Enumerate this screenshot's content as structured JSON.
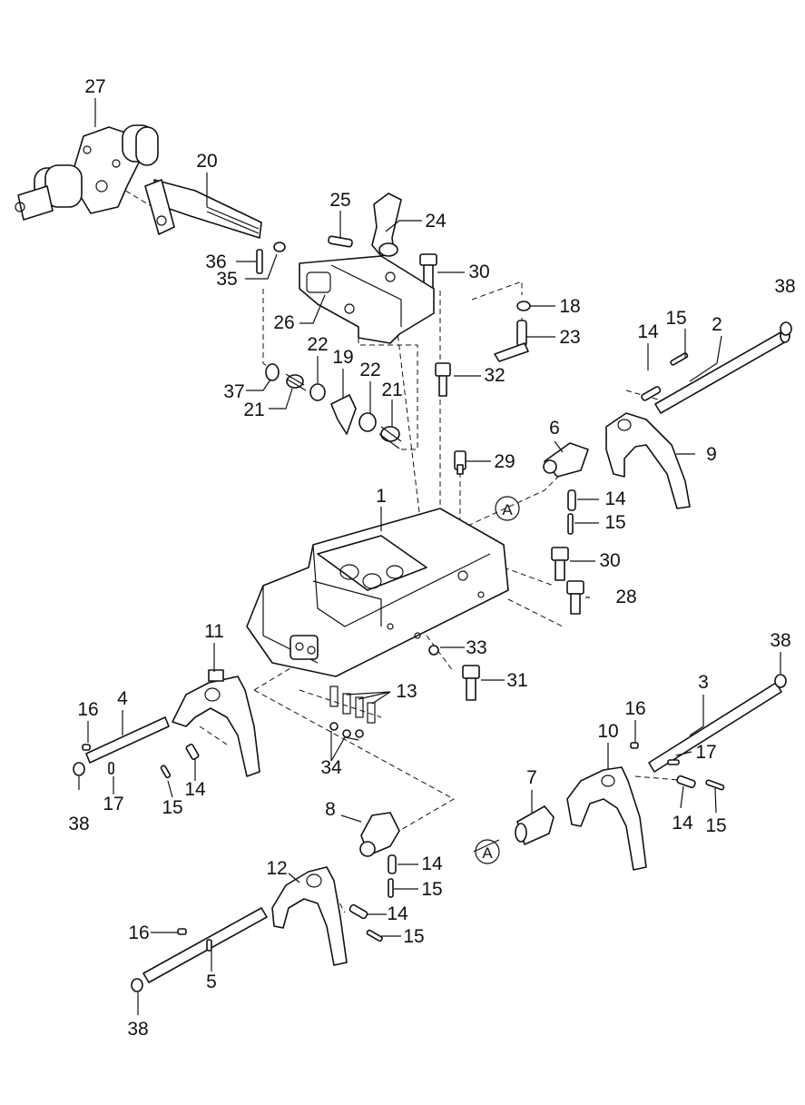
{
  "callouts": [
    {
      "id": "c27",
      "text": "27"
    },
    {
      "id": "c20",
      "text": "20"
    },
    {
      "id": "c25",
      "text": "25"
    },
    {
      "id": "c24",
      "text": "24"
    },
    {
      "id": "c36",
      "text": "36"
    },
    {
      "id": "c35",
      "text": "35"
    },
    {
      "id": "c30a",
      "text": "30"
    },
    {
      "id": "c38a",
      "text": "38"
    },
    {
      "id": "c18",
      "text": "18"
    },
    {
      "id": "c26",
      "text": "26"
    },
    {
      "id": "c23",
      "text": "23"
    },
    {
      "id": "c15a",
      "text": "15"
    },
    {
      "id": "c2",
      "text": "2"
    },
    {
      "id": "c14a",
      "text": "14"
    },
    {
      "id": "c22a",
      "text": "22"
    },
    {
      "id": "c19",
      "text": "19"
    },
    {
      "id": "c22b",
      "text": "22"
    },
    {
      "id": "c21a",
      "text": "21"
    },
    {
      "id": "c21b",
      "text": "21"
    },
    {
      "id": "c37",
      "text": "37"
    },
    {
      "id": "c32",
      "text": "32"
    },
    {
      "id": "c6",
      "text": "6"
    },
    {
      "id": "c9",
      "text": "9"
    },
    {
      "id": "c29",
      "text": "29"
    },
    {
      "id": "c1",
      "text": "1"
    },
    {
      "id": "cA1",
      "text": "A"
    },
    {
      "id": "c14b",
      "text": "14"
    },
    {
      "id": "c15b",
      "text": "15"
    },
    {
      "id": "c30b",
      "text": "30"
    },
    {
      "id": "c28",
      "text": "28"
    },
    {
      "id": "c11",
      "text": "11"
    },
    {
      "id": "c33",
      "text": "33"
    },
    {
      "id": "c38b",
      "text": "38"
    },
    {
      "id": "c31",
      "text": "31"
    },
    {
      "id": "c13",
      "text": "13"
    },
    {
      "id": "c3",
      "text": "3"
    },
    {
      "id": "c4",
      "text": "4"
    },
    {
      "id": "c16a",
      "text": "16"
    },
    {
      "id": "c16b",
      "text": "16"
    },
    {
      "id": "c10",
      "text": "10"
    },
    {
      "id": "c17a",
      "text": "17"
    },
    {
      "id": "c34",
      "text": "34"
    },
    {
      "id": "c38c",
      "text": "38"
    },
    {
      "id": "c17b",
      "text": "17"
    },
    {
      "id": "c15c",
      "text": "15"
    },
    {
      "id": "c14c",
      "text": "14"
    },
    {
      "id": "c7",
      "text": "7"
    },
    {
      "id": "c14d",
      "text": "14"
    },
    {
      "id": "c15d",
      "text": "15"
    },
    {
      "id": "c8",
      "text": "8"
    },
    {
      "id": "cA2",
      "text": "A"
    },
    {
      "id": "c12",
      "text": "12"
    },
    {
      "id": "c14e",
      "text": "14"
    },
    {
      "id": "c15e",
      "text": "15"
    },
    {
      "id": "c14f",
      "text": "14"
    },
    {
      "id": "c16c",
      "text": "16"
    },
    {
      "id": "c15f",
      "text": "15"
    },
    {
      "id": "c5",
      "text": "5"
    },
    {
      "id": "c38d",
      "text": "38"
    }
  ]
}
